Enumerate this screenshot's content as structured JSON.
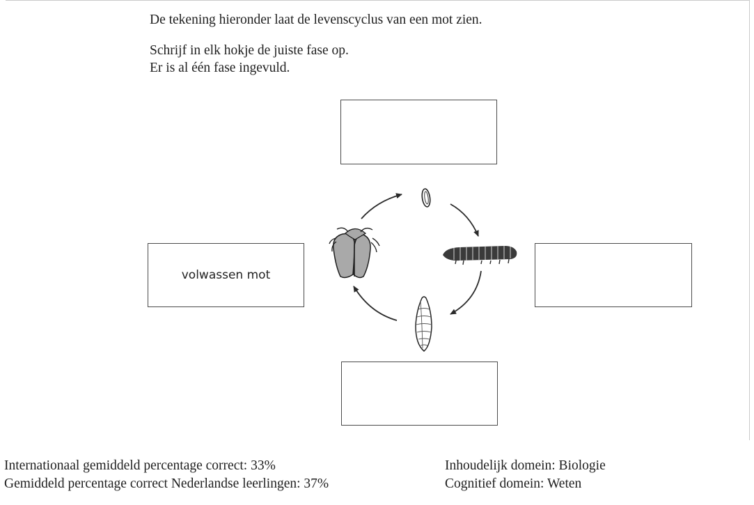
{
  "question": {
    "intro": "De tekening hieronder laat de levenscyclus van een mot zien.",
    "instruction_line1": "Schrijf in elk hokje de juiste fase op.",
    "instruction_line2": "Er is al één fase ingevuld."
  },
  "diagram": {
    "boxes": {
      "top": "",
      "right": "",
      "bottom": "",
      "left": "volwassen mot"
    },
    "stage_icons": [
      "egg-icon",
      "caterpillar-icon",
      "pupa-icon",
      "moth-icon"
    ]
  },
  "footer": {
    "intl_percentage": "Internationaal gemiddeld percentage correct: 33%",
    "nl_percentage": "Gemiddeld percentage correct Nederlandse leerlingen: 37%",
    "content_domain": "Inhoudelijk domein: Biologie",
    "cognitive_domain": "Cognitief domein: Weten"
  },
  "colors": {
    "moth_wing": "#a9a9a9",
    "line": "#2a2a2a"
  }
}
